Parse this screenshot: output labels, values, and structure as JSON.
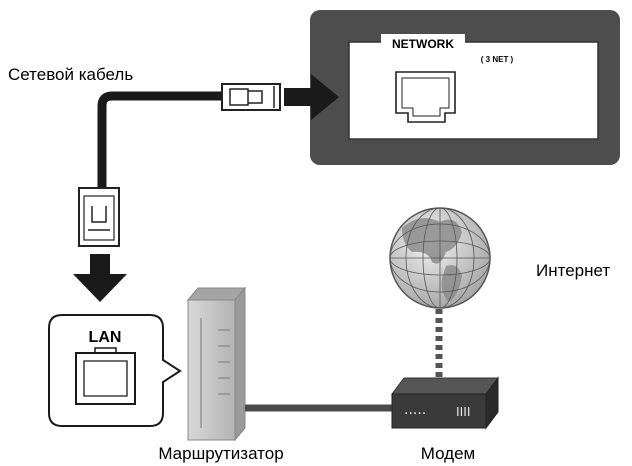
{
  "labels": {
    "network_cable": "Сетевой кабель",
    "network_port": "NETWORK",
    "network_port_sub": "( 3 NET )",
    "lan_port": "LAN",
    "internet": "Интернет",
    "router": "Маршрутизатор",
    "modem": "Модем"
  },
  "modem_panel": {
    "dots": "·····",
    "bars": "IIII"
  },
  "colors": {
    "device_panel": "#4d4d4d",
    "cable": "#1a1a1a",
    "router_fill": "#c9c9c9",
    "modem_fill": "#3a3a3a",
    "globe": "#cfcfcf"
  },
  "icons": [
    "rj45-plug-icon",
    "ethernet-port-icon",
    "arrow-right-icon",
    "arrow-down-icon",
    "globe-icon",
    "router-icon",
    "modem-icon"
  ]
}
